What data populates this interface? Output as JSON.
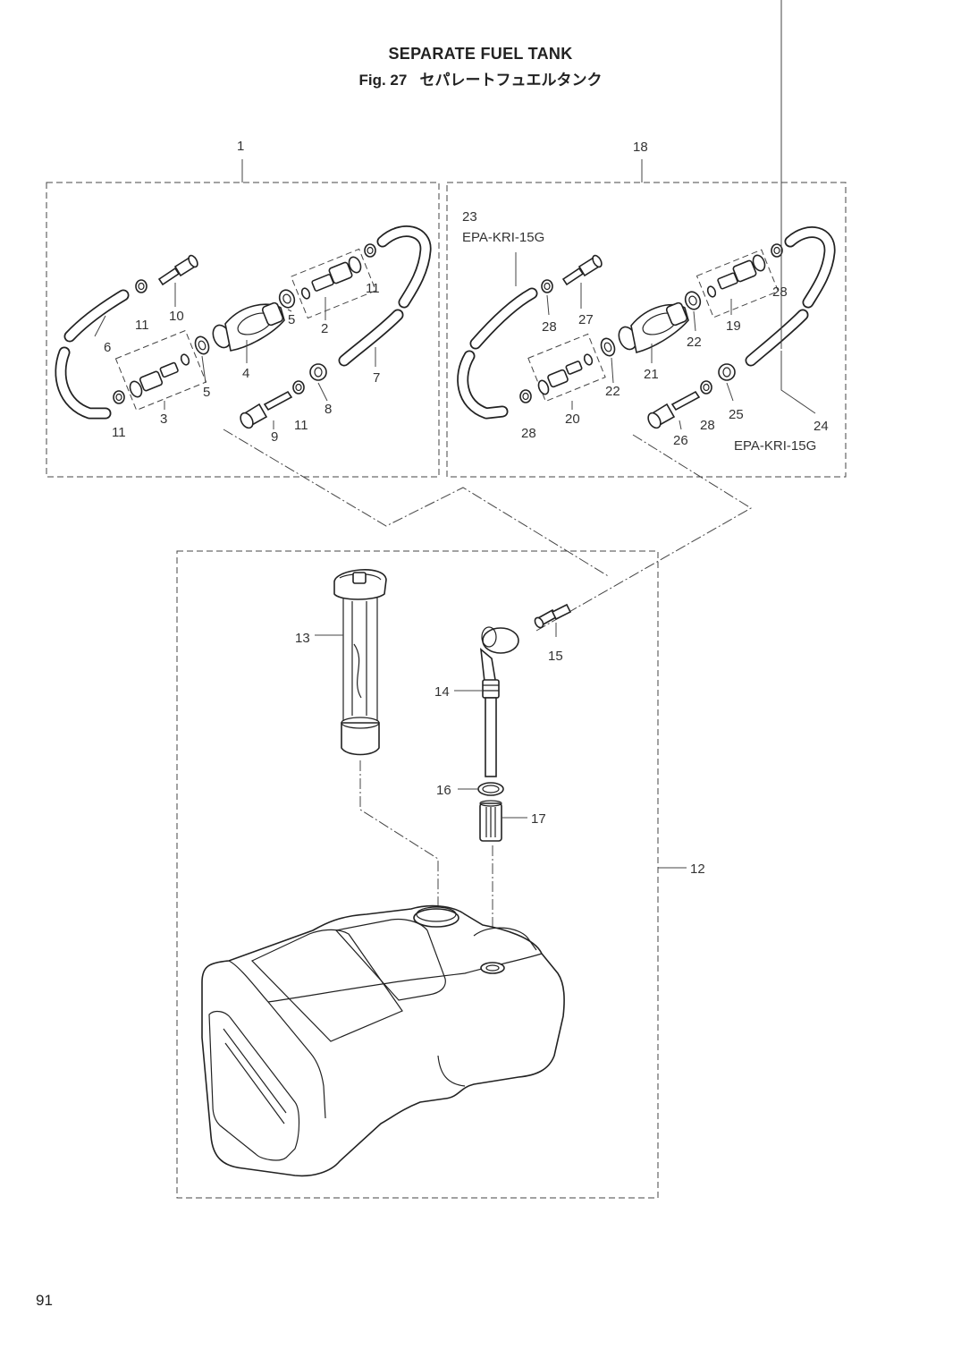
{
  "header": {
    "title_en": "SEPARATE FUEL TANK",
    "figure_label": "Fig. 27",
    "title_ja": "セパレートフュエルタンク"
  },
  "page_number": "91",
  "parts": {
    "p1": "1",
    "p2": "2",
    "p3": "3",
    "p4": "4",
    "p5": "5",
    "p6": "6",
    "p7": "7",
    "p8": "8",
    "p9": "9",
    "p10": "10",
    "p11": "11",
    "p12": "12",
    "p13": "13",
    "p14": "14",
    "p15": "15",
    "p16": "16",
    "p17": "17",
    "p18": "18",
    "p19": "19",
    "p20": "20",
    "p21": "21",
    "p22": "22",
    "p23": "23",
    "p24": "24",
    "p25": "25",
    "p26": "26",
    "p27": "27",
    "p28": "28"
  },
  "hose_code": "EPA-KRI-15G"
}
